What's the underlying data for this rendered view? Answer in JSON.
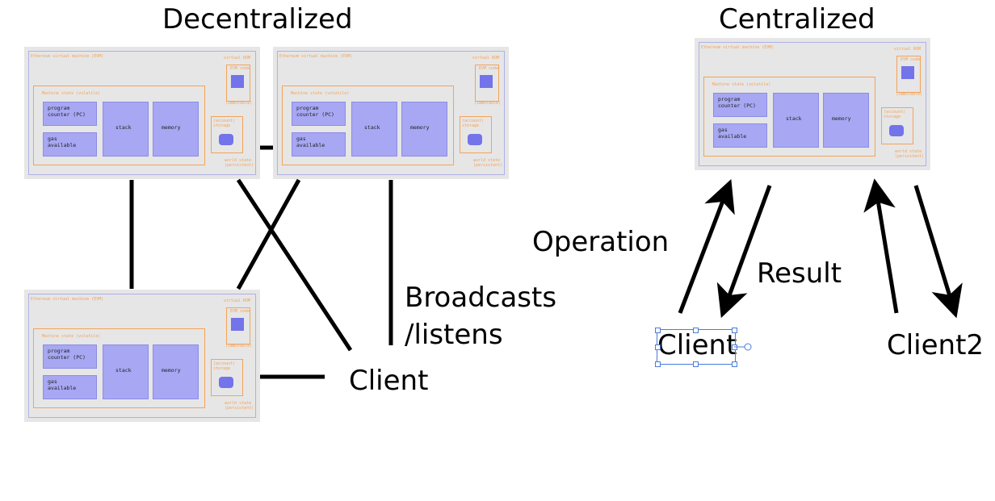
{
  "titles": {
    "decentralized": "Decentralized",
    "centralized": "Centralized"
  },
  "labels": {
    "client_left": "Client",
    "broadcasts": "Broadcasts",
    "listens": "/listens",
    "operation": "Operation",
    "result": "Result",
    "client_right": "Client",
    "client2": "Client2"
  },
  "evm": {
    "title": "Ethereum virtual machine (EVM)",
    "virtual_rom": "virtual ROM",
    "evm_code": "EVM code",
    "immutable": "(immutable)",
    "machine_state": "Machine state (volatile)",
    "program_counter_line1": "program",
    "program_counter_line2": "counter (PC)",
    "gas_line1": "gas",
    "gas_line2": "available",
    "stack": "stack",
    "memory": "memory",
    "account_storage_line1": "(account)",
    "account_storage_line2": "storage",
    "world_state_line1": "world state",
    "world_state_line2": "(persistent)"
  },
  "colors": {
    "panel_bg": "#e6e6e6",
    "panel_border": "#b0b0e6",
    "orange": "#f3a35a",
    "purple": "#a7a7f3",
    "dark_purple": "#7373ea",
    "selection": "#4a7cd8"
  }
}
